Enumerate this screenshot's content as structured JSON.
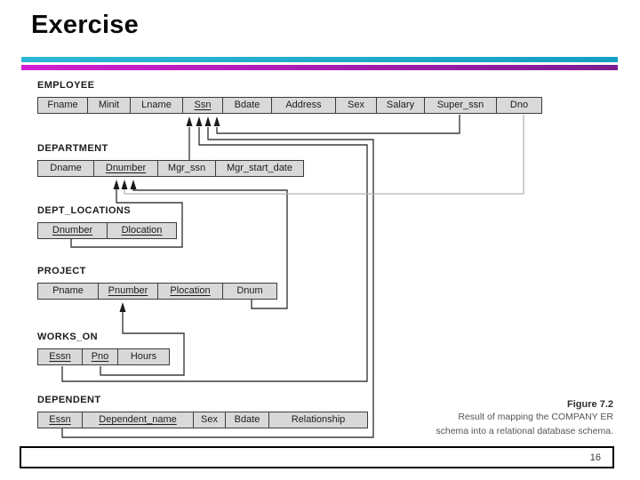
{
  "title": "Exercise",
  "page_number": "16",
  "figure_caption": {
    "title": "Figure 7.2",
    "line1": "Result of mapping the COMPANY ER",
    "line2": "schema into a relational database schema."
  },
  "colors": {
    "accent_teal": "#2bb7d6",
    "accent_purple": "#d21fd2",
    "cell_fill": "#d9d9d9",
    "line_dark": "#3d3d3d",
    "line_light": "#b3b3b3"
  },
  "tables": [
    {
      "name": "EMPLOYEE",
      "fields": [
        {
          "label": "Fname",
          "pk": false
        },
        {
          "label": "Minit",
          "pk": false
        },
        {
          "label": "Lname",
          "pk": false
        },
        {
          "label": "Ssn",
          "pk": true
        },
        {
          "label": "Bdate",
          "pk": false
        },
        {
          "label": "Address",
          "pk": false
        },
        {
          "label": "Sex",
          "pk": false
        },
        {
          "label": "Salary",
          "pk": false
        },
        {
          "label": "Super_ssn",
          "pk": false
        },
        {
          "label": "Dno",
          "pk": false
        }
      ]
    },
    {
      "name": "DEPARTMENT",
      "fields": [
        {
          "label": "Dname",
          "pk": false
        },
        {
          "label": "Dnumber",
          "pk": true
        },
        {
          "label": "Mgr_ssn",
          "pk": false
        },
        {
          "label": "Mgr_start_date",
          "pk": false
        }
      ]
    },
    {
      "name": "DEPT_LOCATIONS",
      "fields": [
        {
          "label": "Dnumber",
          "pk": true
        },
        {
          "label": "Dlocation",
          "pk": true
        }
      ]
    },
    {
      "name": "PROJECT",
      "fields": [
        {
          "label": "Pname",
          "pk": false
        },
        {
          "label": "Pnumber",
          "pk": true
        },
        {
          "label": "Plocation",
          "pk": true
        },
        {
          "label": "Dnum",
          "pk": false
        }
      ]
    },
    {
      "name": "WORKS_ON",
      "fields": [
        {
          "label": "Essn",
          "pk": true
        },
        {
          "label": "Pno",
          "pk": true
        },
        {
          "label": "Hours",
          "pk": false
        }
      ]
    },
    {
      "name": "DEPENDENT",
      "fields": [
        {
          "label": "Essn",
          "pk": true
        },
        {
          "label": "Dependent_name",
          "pk": true
        },
        {
          "label": "Sex",
          "pk": false
        },
        {
          "label": "Bdate",
          "pk": false
        },
        {
          "label": "Relationship",
          "pk": false
        }
      ]
    }
  ]
}
